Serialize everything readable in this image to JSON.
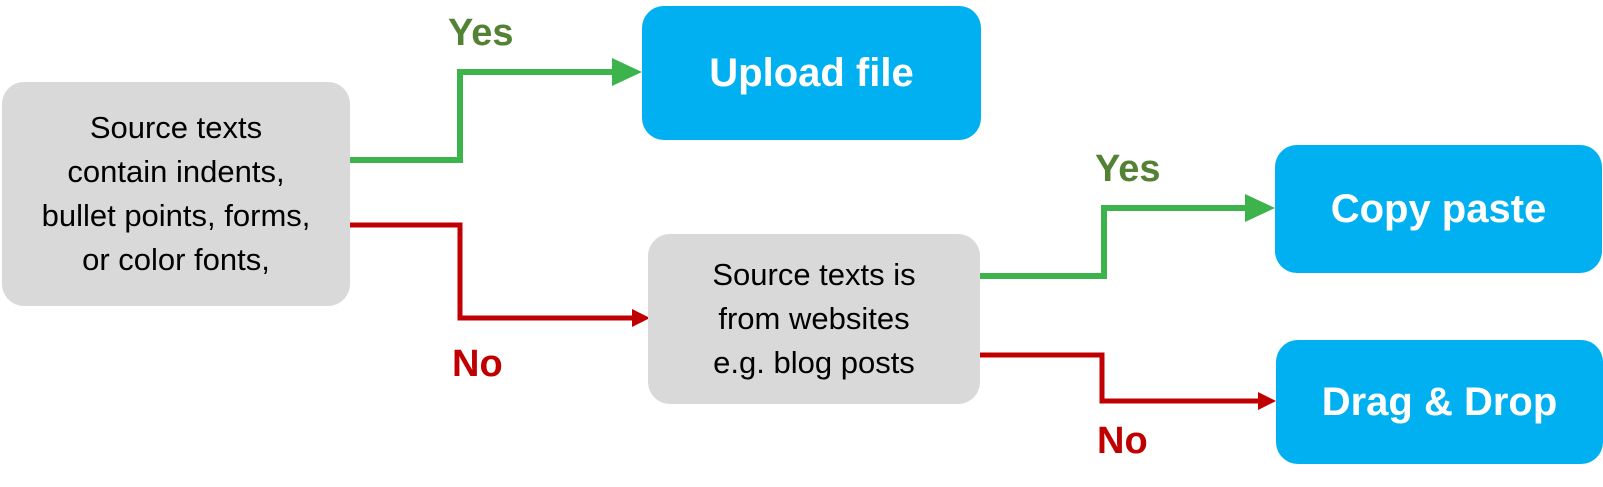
{
  "nodes": {
    "decision1": {
      "lines": [
        "Source texts",
        "contain indents,",
        "bullet points, forms,",
        "or color fonts,"
      ]
    },
    "upload": {
      "label": "Upload file"
    },
    "decision2": {
      "lines": [
        "Source texts is",
        "from websites",
        "e.g. blog posts"
      ]
    },
    "copy": {
      "label": "Copy paste"
    },
    "drag": {
      "label": "Drag & Drop"
    }
  },
  "edges": {
    "d1_yes": "Yes",
    "d1_no": "No",
    "d2_yes": "Yes",
    "d2_no": "No"
  },
  "colors": {
    "yes": "#3cb44b",
    "yes_label": "#548235",
    "no": "#c00000",
    "action_fill": "#00b0f0",
    "decision_fill": "#d9d9d9"
  }
}
